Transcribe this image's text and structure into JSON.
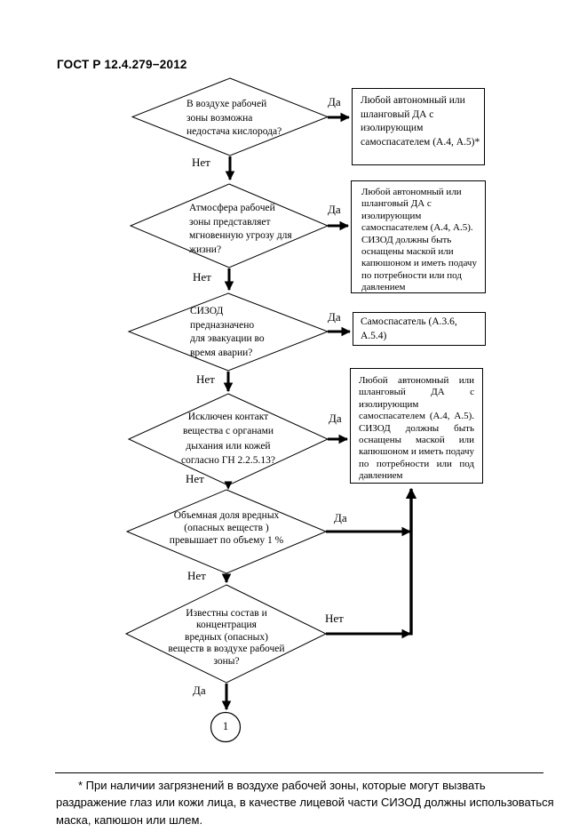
{
  "colors": {
    "ink": "#000000",
    "background": "#ffffff"
  },
  "header": {
    "title": "ГОСТ Р 12.4.279−2012"
  },
  "labels": {
    "yes": "Да",
    "no": "Нет"
  },
  "connector": {
    "label": "1"
  },
  "decisions": [
    {
      "lines": [
        "В воздухе рабочей",
        "зоны возможна",
        "недостача кислорода?"
      ]
    },
    {
      "lines": [
        "Атмосфера рабочей",
        "зоны представляет",
        "мгновенную угрозу для",
        "жизни?"
      ]
    },
    {
      "lines": [
        "СИЗОД",
        "предназначено",
        "для эвакуации во",
        "время аварии?"
      ]
    },
    {
      "lines": [
        "Исключен контакт",
        "вещества с органами",
        "дыхания или кожей",
        "согласно ГН 2.2.5.13?"
      ]
    },
    {
      "lines": [
        "Объемная доля вредных",
        "(опасных веществ )",
        "превышает по объему 1 %"
      ]
    },
    {
      "lines": [
        "Известны состав и",
        "концентрация",
        "вредных (опасных)",
        "веществ в воздухе рабочей",
        "зоны?"
      ]
    }
  ],
  "outcomes": [
    {
      "lines": [
        "Любой автономный  или",
        "шланговый ДА с",
        "изолирующим",
        "самоспасателем (А.4, А.5)*"
      ]
    },
    {
      "lines": [
        "Любой автономный  или",
        "шланговый ДА с",
        "изолирующим",
        "самоспасателем (А.4, А.5).",
        "СИЗОД должны быть",
        "оснащены маской или",
        "капюшоном и иметь подачу",
        "по потребности или  под",
        "давлением"
      ]
    },
    {
      "lines": [
        "Самоспасатель (А.3.6,",
        "А.5.4)"
      ]
    },
    {
      "lines": [
        "Любой автономный или",
        "шланговый ДА с",
        "изолирующим",
        "самоспасателем (А.4, А.5).",
        "СИЗОД должны быть",
        "оснащены маской или",
        "капюшоном и иметь подачу",
        "по потребности или под",
        "давлением"
      ]
    }
  ],
  "footnote": {
    "lines": [
      "* При наличии загрязнений в воздухе рабочей зоны, которые могут вызвать",
      "раздражение глаз или кожи лица, в качестве лицевой части СИЗОД должны использоваться",
      "маска, капюшон или шлем."
    ]
  }
}
